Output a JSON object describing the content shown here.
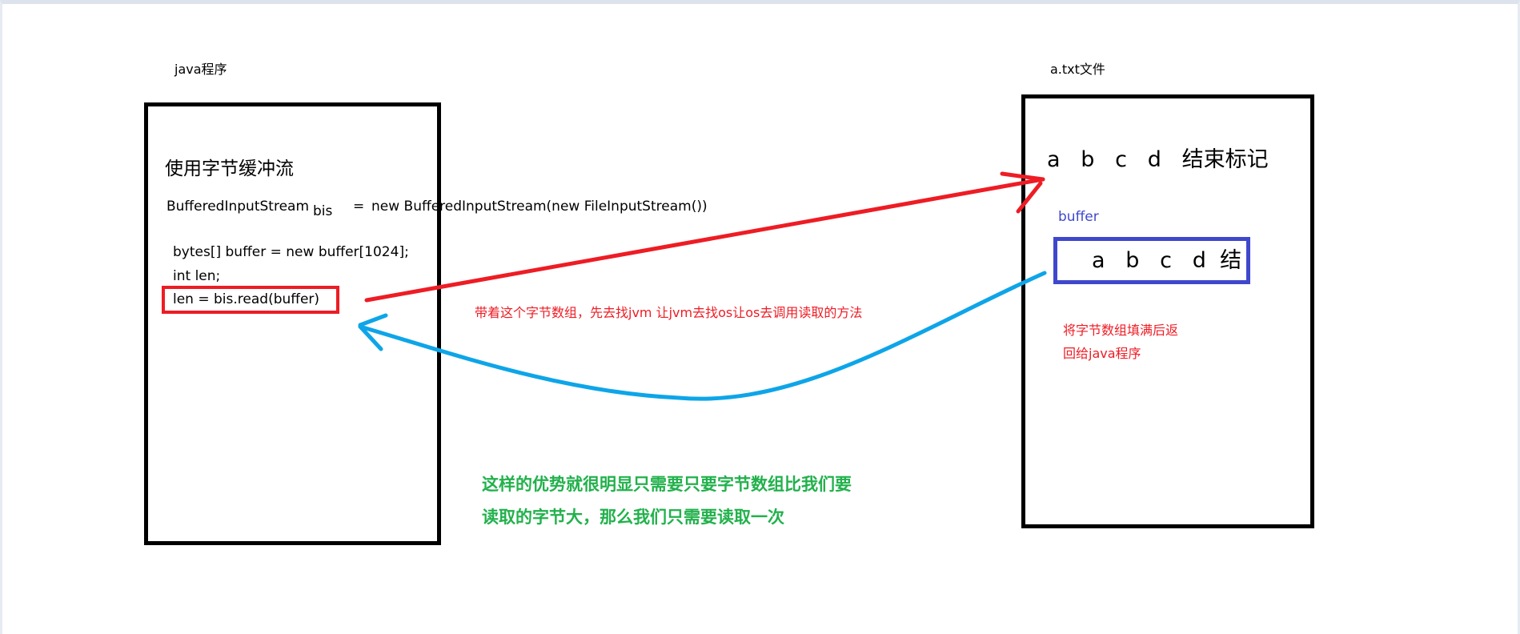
{
  "left": {
    "caption": "java程序",
    "heading": "使用字节缓冲流",
    "decl_type": "BufferedInputStream",
    "decl_var": "bis",
    "decl_eq": "=",
    "decl_init": "new BufferedInputStream(new FileInputStream())",
    "line_bytes": "bytes[] buffer = new buffer[1024];",
    "line_int": "int len;",
    "line_read": "len = bis.read(buffer)"
  },
  "right": {
    "caption": "a.txt文件",
    "content": "a   b   c   d   结束标记",
    "buffer_label": "buffer",
    "buffer_content": "a   b   c   d  结",
    "return_note_1": "将字节数组填满后返",
    "return_note_2": "回给java程序"
  },
  "arrow_note": "带着这个字节数组，先去找jvm 让jvm去找os让os去调用读取的方法",
  "summary_1": "这样的优势就很明显只需要只要字节数组比我们要",
  "summary_2": "读取的字节大，那么我们只需要读取一次",
  "colors": {
    "red": "#ee1c24",
    "blue_arrow": "#0ea5e8",
    "buffer_blue": "#3f48cc",
    "green": "#22b14c"
  }
}
